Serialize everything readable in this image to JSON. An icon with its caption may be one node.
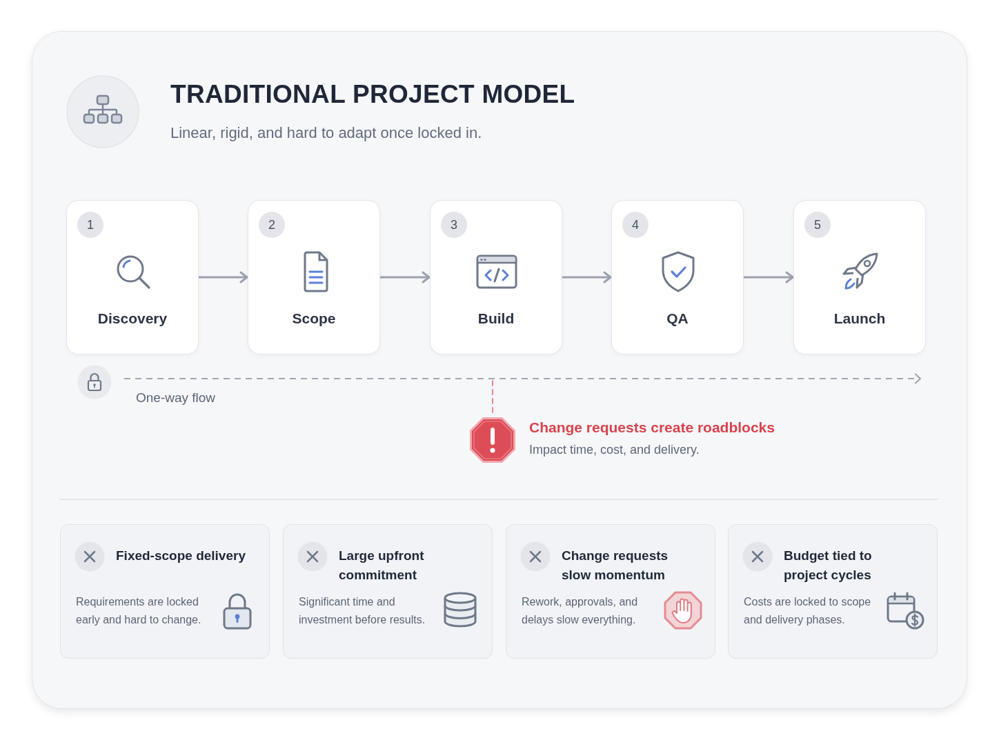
{
  "diagram": {
    "title": "TRADITIONAL PROJECT MODEL",
    "nodes": [
      {
        "text": [
          "1",
          "Discovery"
        ]
      },
      {
        "text": [
          "2",
          "Scope"
        ]
      },
      {
        "text": [
          "3",
          "Build"
        ]
      },
      {
        "text": [
          "4",
          "QA"
        ]
      },
      {
        "text": [
          "5",
          "Launch"
        ]
      },
      {
        "text": [],
        "shape": "octagon",
        "beside": [
          "Change requests create roadblocks",
          "Impact time, cost, and delivery."
        ]
      },
      {
        "text": [
          "Fixed-scope delivery",
          "Requirements are locked early and hard to change."
        ]
      },
      {
        "text": [
          "Large upfront commitment",
          "Significant time and investment before results."
        ]
      },
      {
        "text": [
          "Change requests slow momentum",
          "Rework, approvals, and delays slow everything."
        ]
      },
      {
        "text": [
          "Budget tied to project cycles",
          "Costs are locked to scope and delivery phases."
        ]
      }
    ],
    "edges": [
      {
        "from": 0,
        "to": 1,
        "arrow": "to"
      },
      {
        "from": 1,
        "to": 2,
        "arrow": "to"
      },
      {
        "from": 2,
        "to": 3,
        "arrow": "to"
      },
      {
        "from": 3,
        "to": 4,
        "arrow": "to"
      },
      {
        "from": null,
        "to": 5,
        "arrow": "none",
        "style": "dashed",
        "color": "#e5868d"
      }
    ],
    "labels": [
      "Linear, rigid, and hard to adapt once locked in.",
      "One-way flow"
    ]
  }
}
